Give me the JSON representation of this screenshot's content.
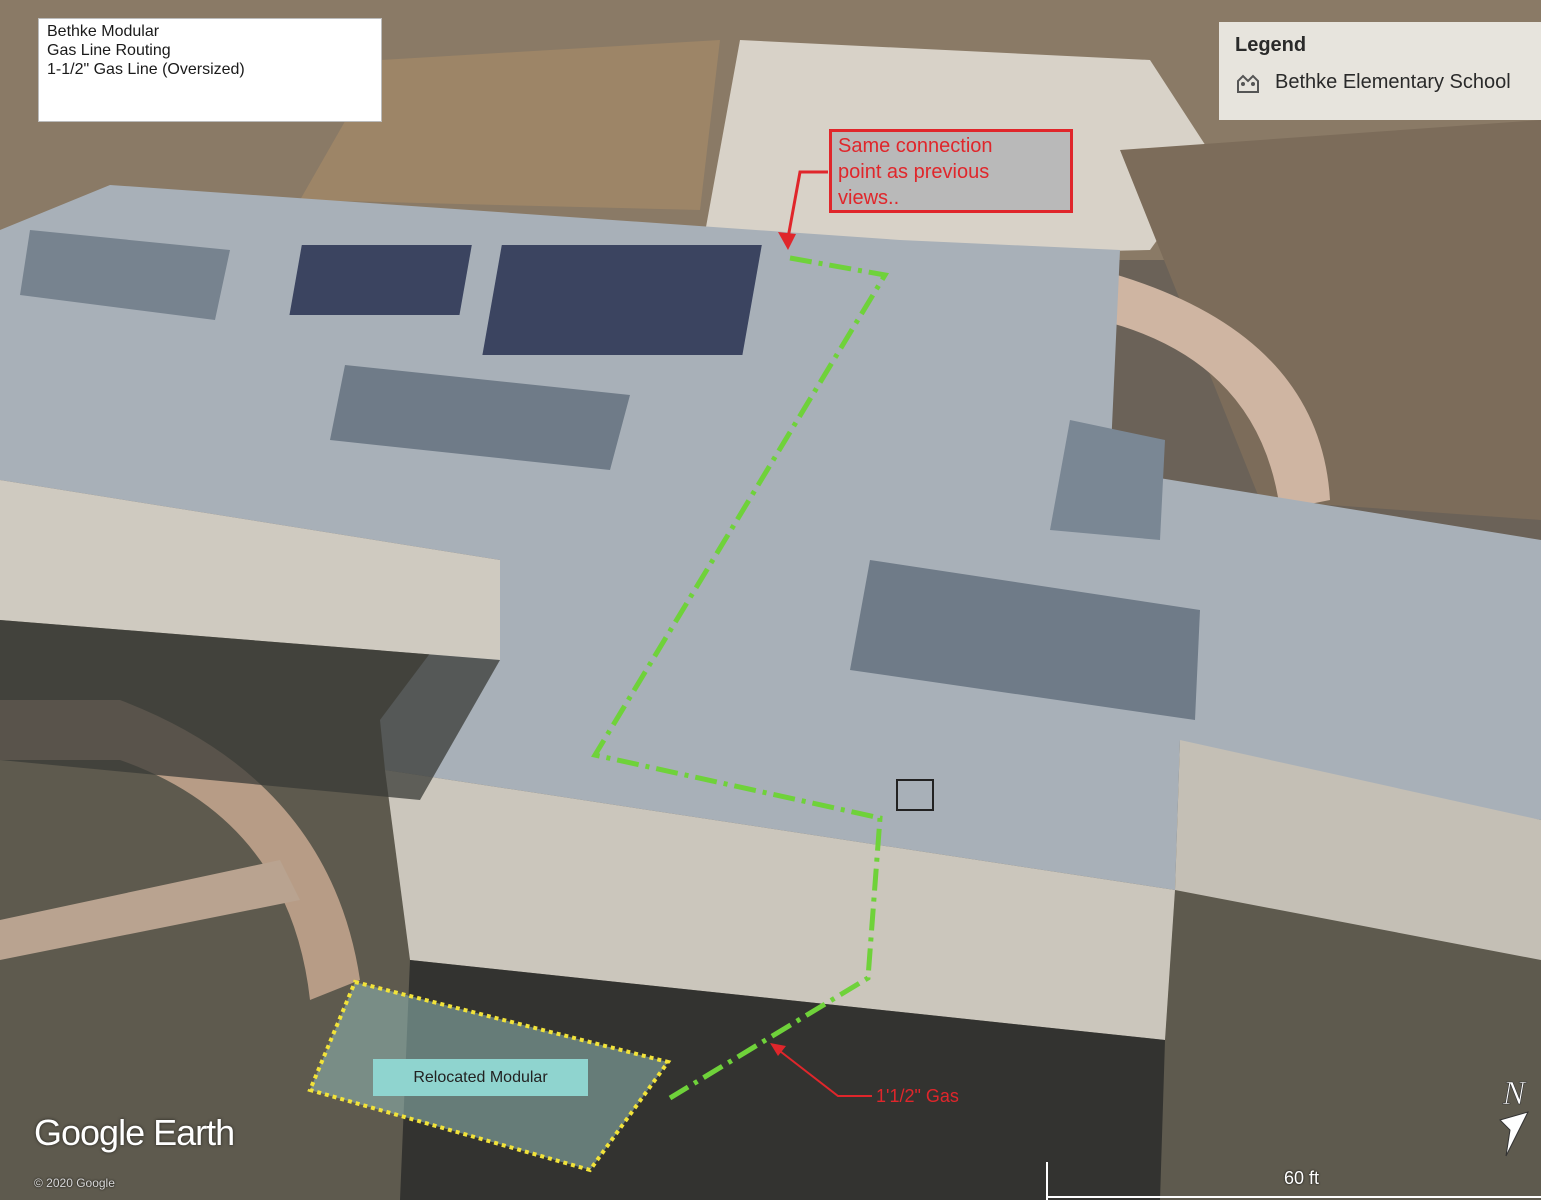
{
  "title_box": {
    "line1": "Bethke Modular",
    "line2": "Gas Line Routing",
    "line3": "1-1/2\" Gas Line (Oversized)"
  },
  "legend": {
    "title": "Legend",
    "item_label": "Bethke Elementary School",
    "item_icon": "school-placemark-icon"
  },
  "callout": {
    "line1": "Same connection",
    "line2": "point as previous",
    "line3": "views.."
  },
  "annotations": {
    "modular_label": "Relocated Modular",
    "gas_label": "1'1/2\" Gas"
  },
  "branding": {
    "logo_text": "Google Earth",
    "copyright": "© 2020 Google"
  },
  "scale_bar": {
    "label": "60 ft"
  },
  "compass": {
    "label": "N"
  },
  "colors": {
    "gas_line": "#6fd23a",
    "callout_red": "#e0262b",
    "modular_outline": "#f2e33a",
    "modular_fill": "#8fd4cf"
  }
}
